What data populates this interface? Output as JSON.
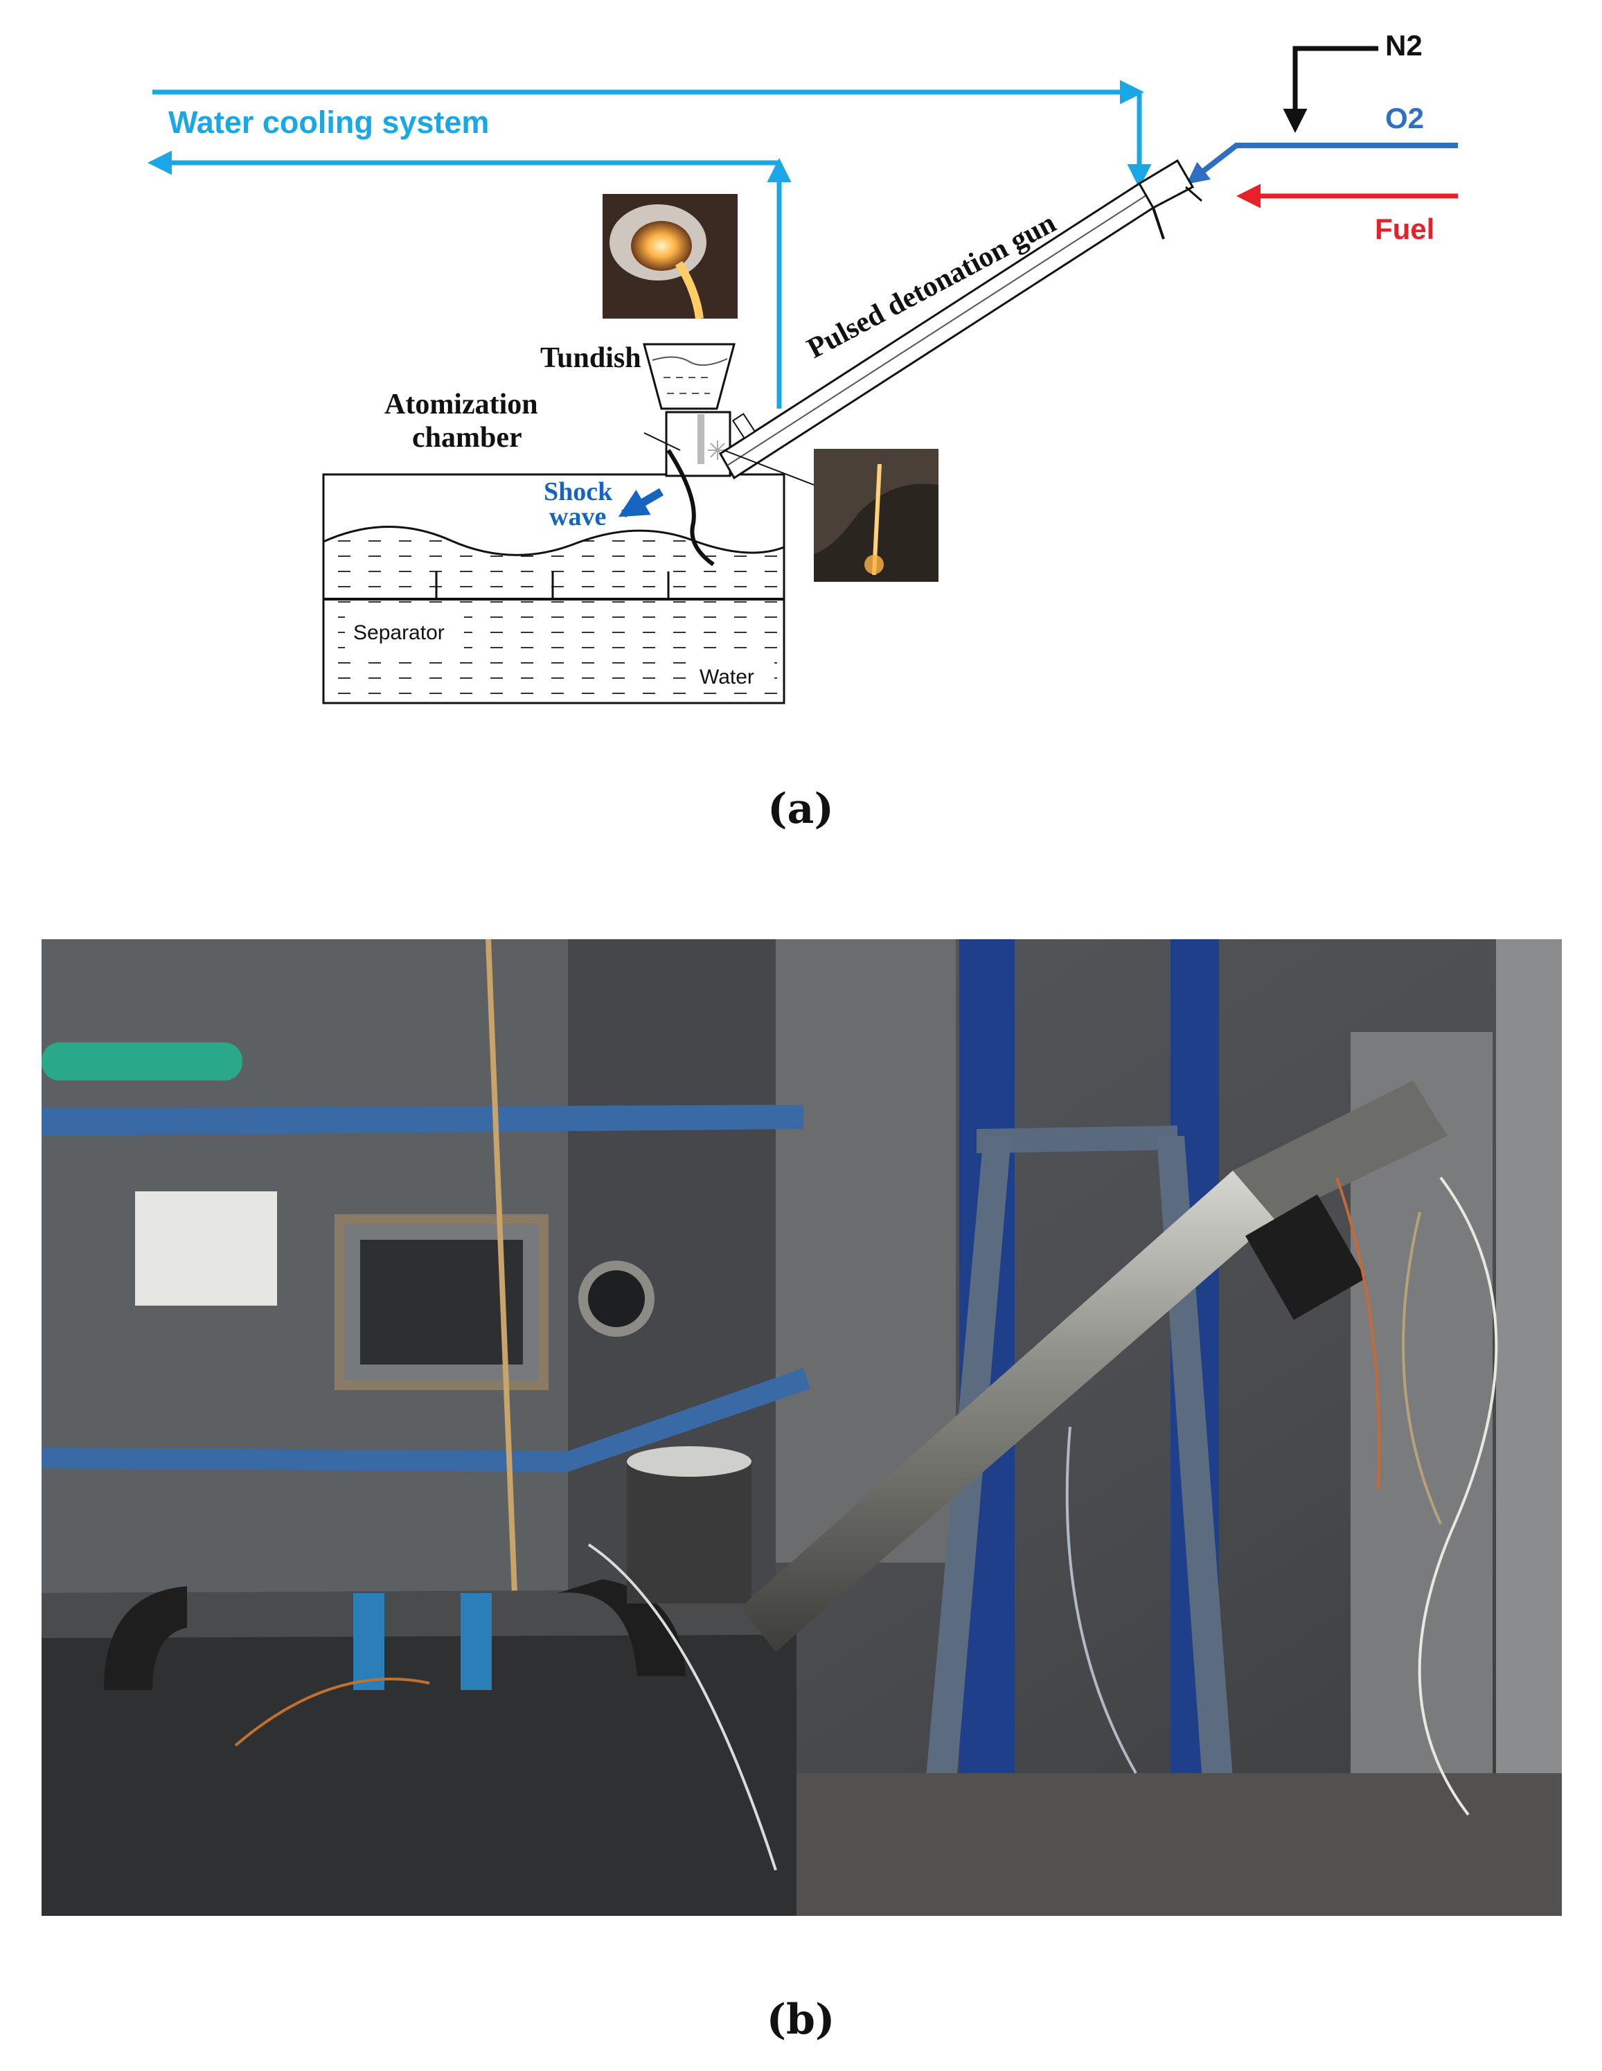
{
  "diagram": {
    "labels": {
      "water_cooling": "Water cooling system",
      "n2": "N2",
      "o2": "O2",
      "fuel": "Fuel",
      "gun": "Pulsed detonation gun",
      "tundish": "Tundish",
      "atomization_line1": "Atomization",
      "atomization_line2": "chamber",
      "shock_line1": "Shock",
      "shock_line2": "wave",
      "separator": "Separator",
      "water": "Water"
    },
    "colors": {
      "cooling": "#1aa7e6",
      "o2": "#2f6fc1",
      "fuel": "#e8202a",
      "shock": "#1565c0",
      "line": "#111111"
    }
  },
  "panels": {
    "a": "(a)",
    "b": "(b)"
  }
}
